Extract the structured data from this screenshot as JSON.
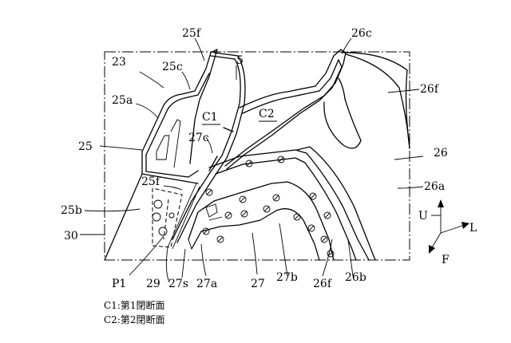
{
  "labels": {
    "l23": "23",
    "l25f_top": "25f",
    "l25c": "25c",
    "l5": "5",
    "l26c": "26c",
    "l26f_right": "26f",
    "l25a": "25a",
    "lC1": "C1",
    "lC2": "C2",
    "l25": "25",
    "l27c": "27c",
    "l26": "26",
    "l25f_mid": "25f",
    "l26a": "26a",
    "l25b": "25b",
    "l30": "30",
    "lU": "U",
    "lL": "L",
    "lF": "F",
    "lP1": "P1",
    "l29": "29",
    "l27s": "27s",
    "l27a": "27a",
    "l27": "27",
    "l27b": "27b",
    "l26f_bottom": "26f",
    "l26b": "26b"
  },
  "legend": {
    "c1": "C1:第1閉断面",
    "c2": "C2:第2閉断面"
  }
}
